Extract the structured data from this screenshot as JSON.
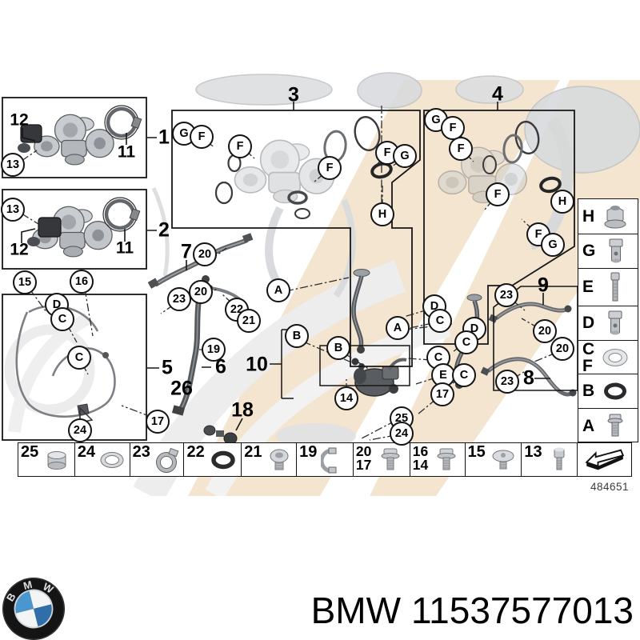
{
  "page": {
    "background": "#ffffff"
  },
  "diagram": {
    "drawing_number": "484651",
    "colors": {
      "outline": "#161616",
      "watermark_beige": "#f3e5cf",
      "watermark_gray": "#ededee",
      "part_dark": "#4b4e52",
      "part_mid": "#b9bdc1",
      "part_faded": "#d8dadc"
    },
    "callouts": {
      "refs": [
        "1",
        "2",
        "3",
        "4",
        "5",
        "6",
        "7",
        "8",
        "9",
        "10",
        "18",
        "26"
      ],
      "box1": [
        "12",
        "13",
        "11"
      ],
      "box2": [
        "13",
        "12",
        "11"
      ],
      "box5": [
        "15",
        "16",
        "D",
        "C",
        "C",
        "24",
        "17"
      ],
      "box3": [
        "G",
        "F",
        "F",
        "F",
        "F",
        "G",
        "H"
      ],
      "box4": [
        "G",
        "F",
        "F",
        "F",
        "F",
        "G",
        "H"
      ],
      "center": [
        "A",
        "B",
        "B",
        "A",
        "14",
        "25",
        "24"
      ],
      "right_stack": [
        "D",
        "C",
        "C",
        "E",
        "17",
        "D",
        "C",
        "C"
      ],
      "hoses": [
        "20",
        "20",
        "23",
        "22",
        "21",
        "19",
        "23",
        "20",
        "20",
        "23"
      ]
    },
    "legend_bottom": {
      "cells": [
        {
          "labels": [
            "25"
          ],
          "icon": "sleeve-icon"
        },
        {
          "labels": [
            "24"
          ],
          "icon": "washer-icon"
        },
        {
          "labels": [
            "23"
          ],
          "icon": "hose-clamp-icon"
        },
        {
          "labels": [
            "22"
          ],
          "icon": "o-ring-icon"
        },
        {
          "labels": [
            "21"
          ],
          "icon": "button-screw-icon"
        },
        {
          "labels": [
            "19"
          ],
          "icon": "spring-clip-icon"
        },
        {
          "labels": [
            "20",
            "17"
          ],
          "icon": "flange-bolt-icon"
        },
        {
          "labels": [
            "16",
            "14"
          ],
          "icon": "flange-bolt-icon"
        },
        {
          "labels": [
            "15"
          ],
          "icon": "flat-screw-icon"
        },
        {
          "labels": [
            "13"
          ],
          "icon": "socket-screw-icon"
        }
      ],
      "arrow_icon": "direction-arrow-icon"
    },
    "legend_right": {
      "rows": [
        {
          "labels": [
            "H"
          ],
          "icon": "flange-nut-icon"
        },
        {
          "labels": [
            "G"
          ],
          "icon": "banjo-bolt-icon"
        },
        {
          "labels": [
            "E"
          ],
          "icon": "socket-bolt-icon"
        },
        {
          "labels": [
            "D"
          ],
          "icon": "banjo-bolt-icon"
        },
        {
          "labels": [
            "C",
            "F"
          ],
          "icon": "seal-washer-icon"
        },
        {
          "labels": [
            "B"
          ],
          "icon": "o-ring-icon"
        },
        {
          "labels": [
            "A"
          ],
          "icon": "flange-bolt-icon"
        }
      ]
    }
  },
  "footer": {
    "brand": "BMW",
    "part_number": "11537577013",
    "logo_letters": [
      "B",
      "M",
      "W"
    ],
    "logo_colors": {
      "ring": "#141414",
      "blue": "#3884c2",
      "white": "#f2f4f6"
    }
  }
}
